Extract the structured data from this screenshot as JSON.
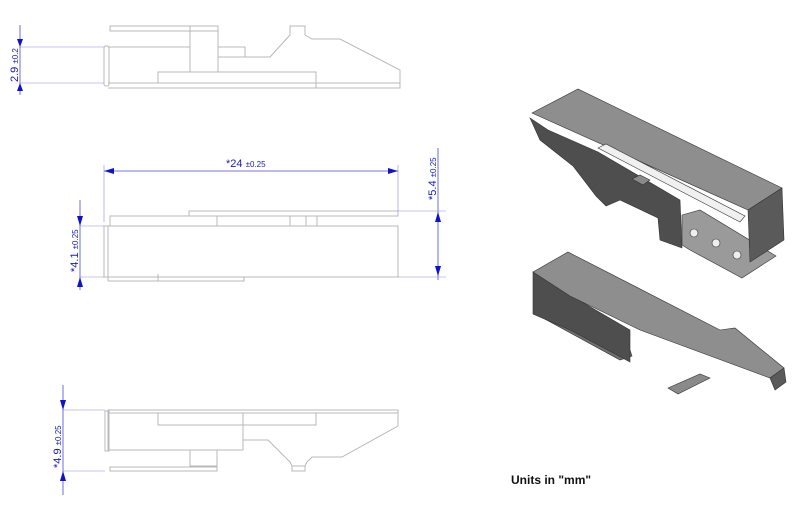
{
  "dimensions": {
    "top_view_height": {
      "value": "2.9",
      "tolerance": "±0.2"
    },
    "length": {
      "value": "*24",
      "tolerance": "±0.25"
    },
    "total_height": {
      "value": "*5.4",
      "tolerance": "±0.25"
    },
    "body_height": {
      "value": "*4.1",
      "tolerance": "±0.25"
    },
    "bottom_view_height": {
      "value": "*4.9",
      "tolerance": "±0.25"
    }
  },
  "units_note": "Units in \"mm\"",
  "colors": {
    "dimension": "#1a1ab8",
    "outline": "#b8b8b8",
    "part_dark": "#555555",
    "part_light": "#9a9a9a"
  }
}
